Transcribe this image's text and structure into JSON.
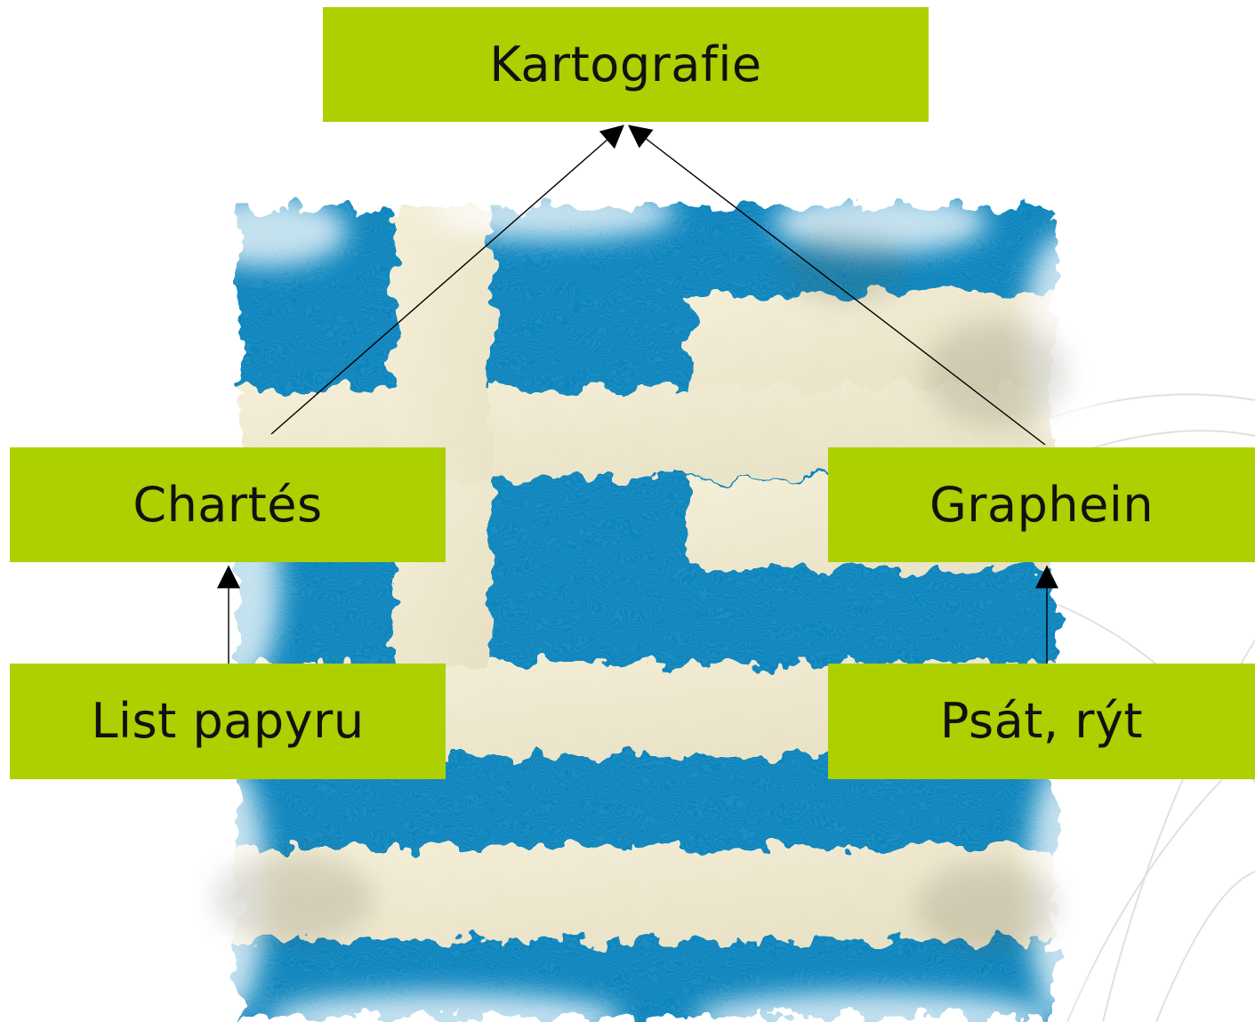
{
  "diagram": {
    "root": {
      "label": "Kartografie"
    },
    "left_branch": {
      "term": {
        "label": "Chartés"
      },
      "meaning": {
        "label": "List papyru"
      }
    },
    "right_branch": {
      "term": {
        "label": "Graphein"
      },
      "meaning": {
        "label": "Psát, rýt"
      }
    }
  },
  "colors": {
    "box_fill": "#acd000",
    "text": "#111111",
    "flag_blue": "#0d85bd",
    "flag_cream": "#efe9cf",
    "arrow": "#000000"
  },
  "background": {
    "image": "greek-flag-grunge",
    "decoration": "globe-meridian-lines"
  }
}
